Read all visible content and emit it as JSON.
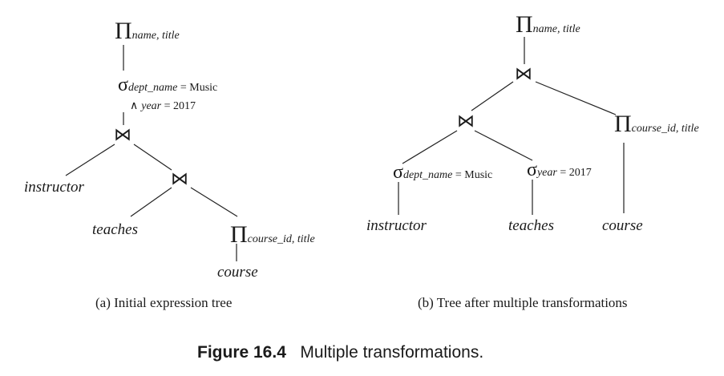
{
  "tree_a": {
    "pi_symbol": "Π",
    "pi_attrs": "name, title",
    "sigma_symbol": "σ",
    "sigma_attr": "dept_name",
    "sigma_eq": " = Music",
    "and_symbol": "∧",
    "sigma_attr2": "year",
    "sigma_eq2": " = 2017",
    "join1": "⋈",
    "join2": "⋈",
    "rel_instructor": "instructor",
    "rel_teaches": "teaches",
    "pi2_symbol": "Π",
    "pi2_attrs": "course_id, title",
    "rel_course": "course",
    "caption": "(a) Initial expression tree"
  },
  "tree_b": {
    "pi_symbol": "Π",
    "pi_attrs": "name, title",
    "join_top": "⋈",
    "join_mid": "⋈",
    "pi2_symbol": "Π",
    "pi2_attrs": "course_id, title",
    "sigma1_symbol": "σ",
    "sigma1_attr": "dept_name",
    "sigma1_eq": " = Music",
    "sigma2_symbol": "σ",
    "sigma2_attr": "year",
    "sigma2_eq": " = 2017",
    "rel_instructor": "instructor",
    "rel_teaches": "teaches",
    "rel_course": "course",
    "caption": "(b) Tree after multiple transformations"
  },
  "figure": {
    "number": "Figure 16.4",
    "title": "Multiple transformations."
  }
}
